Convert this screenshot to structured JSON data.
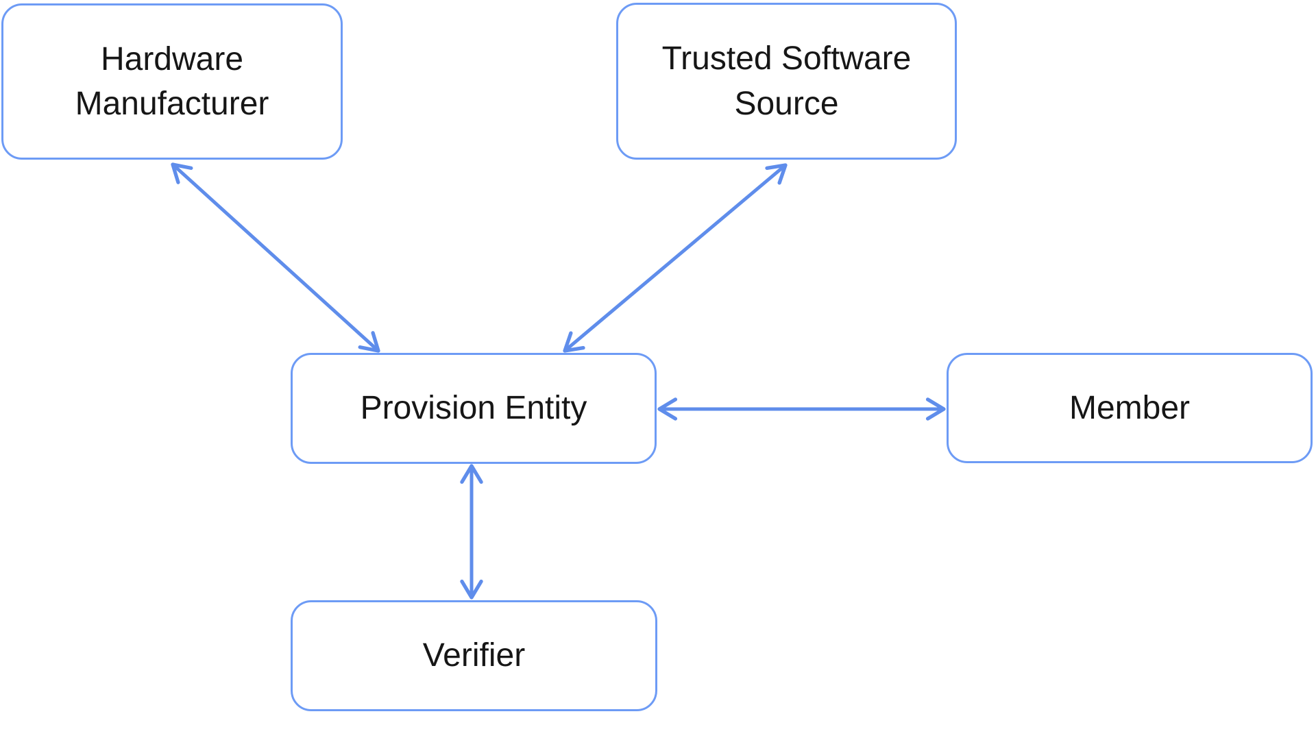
{
  "diagram": {
    "background_color": "#ffffff",
    "node_border_color": "#6D9BF5",
    "arrow_color": "#5F8DEB",
    "text_color": "#161616"
  },
  "nodes": [
    {
      "id": "hardware-manufacturer",
      "label": "Hardware Manufacturer"
    },
    {
      "id": "trusted-software-source",
      "label": "Trusted Software Source"
    },
    {
      "id": "provision-entity",
      "label": "Provision Entity"
    },
    {
      "id": "member",
      "label": "Member"
    },
    {
      "id": "verifier",
      "label": "Verifier"
    }
  ],
  "edges": [
    {
      "from": "provision-entity",
      "to": "hardware-manufacturer",
      "bidirectional": true
    },
    {
      "from": "provision-entity",
      "to": "trusted-software-source",
      "bidirectional": true
    },
    {
      "from": "provision-entity",
      "to": "member",
      "bidirectional": true
    },
    {
      "from": "provision-entity",
      "to": "verifier",
      "bidirectional": true
    }
  ]
}
